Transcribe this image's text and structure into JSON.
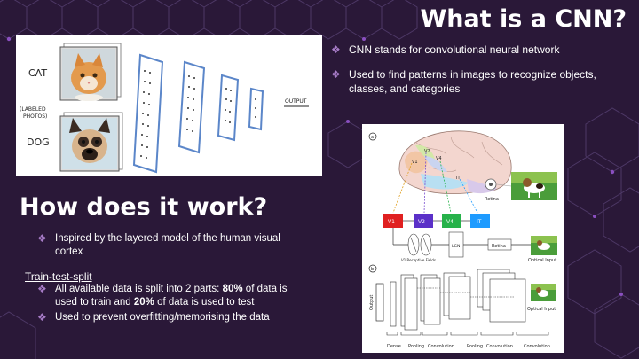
{
  "slide": {
    "title_top": "What is a CNN?",
    "title_mid": "How does it work?",
    "top_bullets": [
      "CNN stands for convolutional neural network",
      "Used to find patterns in images to recognize objects, classes, and categories"
    ],
    "mid_bullet": "Inspired by the layered model of the human visual cortex",
    "subheading": "Train-test-split",
    "split_bullet": {
      "pre": "All available data is split into 2 parts: ",
      "bold1": "80%",
      "mid": " of data is used to train and ",
      "bold2": "20%",
      "post": " of data is used to test"
    },
    "overfit_bullet": "Used to prevent overfitting/memorising the data"
  },
  "figure_left": {
    "cat_label": "CAT",
    "dog_label": "DOG",
    "labeled_line1": "(LABELED",
    "labeled_line2": "PHOTOS)",
    "output_label": "OUTPUT"
  },
  "figure_right": {
    "panel_a": "a",
    "panel_b": "b",
    "v1": "V1",
    "v2": "V2",
    "v4": "V4",
    "it": "IT",
    "retina": "Retina",
    "lgn": "LGN",
    "v1_fields": "V1 Receptive Fields",
    "optical_input": "Optical Input",
    "output": "Output",
    "dense": "Dense",
    "pooling": "Pooling",
    "convolution": "Convolution",
    "colors": {
      "v1": "#e02020",
      "v2": "#5b30c8",
      "v4": "#27b24a",
      "it": "#1e9bff"
    }
  }
}
